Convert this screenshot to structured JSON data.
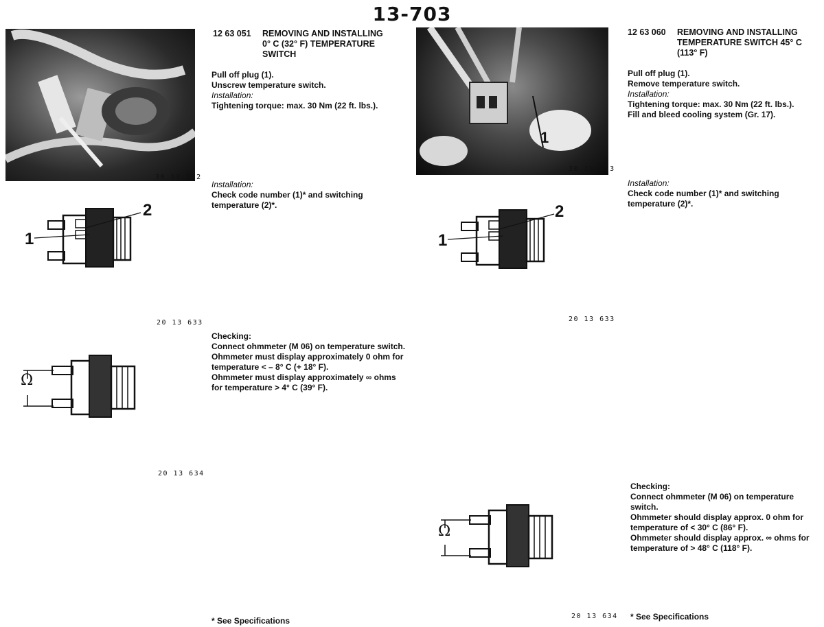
{
  "page_number": "13-703",
  "left": {
    "procedure_number": "12 63 051",
    "procedure_title": "REMOVING AND INSTALLING 0° C (32° F) TEMPERATURE SWITCH",
    "photo_code": "30 13 632",
    "removal_lines": [
      "Pull off plug (1).",
      "Unscrew temperature switch."
    ],
    "installation_heading": "Installation:",
    "installation_lines": [
      "Tightening torque: max. 30 Nm (22 ft. lbs.)."
    ],
    "check_installation_heading": "Installation:",
    "check_code_text": "Check code number (1)* and switching temperature (2)*.",
    "switch_diagram_code": "20 13 633",
    "callout_1": "1",
    "callout_2": "2",
    "checking_heading": "Checking:",
    "checking_lines": [
      "Connect ohmmeter (M 06) on temperature switch.",
      "Ohmmeter must display approximately 0 ohm for temperature < – 8° C (+ 18° F).",
      "Ohmmeter must display approximately ∞ ohms for temperature > 4° C (39° F)."
    ],
    "ohm_symbol": "Ω",
    "ohmmeter_diagram_code": "20 13 634",
    "footnote": "* See Specifications"
  },
  "right": {
    "procedure_number": "12 63 060",
    "procedure_title": "REMOVING AND INSTALLING TEMPERATURE SWITCH 45° C (113° F)",
    "photo_code": "30 13 633",
    "photo_callout": "1",
    "removal_lines": [
      "Pull off plug (1).",
      "Remove temperature switch."
    ],
    "installation_heading": "Installation:",
    "installation_lines": [
      "Tightening torque: max. 30 Nm (22 ft. lbs.).",
      "Fill and bleed cooling system (Gr. 17)."
    ],
    "check_installation_heading": "Installation:",
    "check_code_text": "Check code number (1)* and switching temperature (2)*.",
    "switch_diagram_code": "20 13 633",
    "callout_1": "1",
    "callout_2": "2",
    "checking_heading": "Checking:",
    "checking_lines": [
      "Connect ohmmeter (M 06) on temperature switch.",
      "Ohmmeter should display approx. 0 ohm for temperature of < 30° C (86° F).",
      "Ohmmeter should display approx. ∞ ohms for temperature of > 48° C (118° F)."
    ],
    "ohm_symbol": "Ω",
    "ohmmeter_diagram_code": "20 13 634",
    "footnote": "* See Specifications"
  }
}
